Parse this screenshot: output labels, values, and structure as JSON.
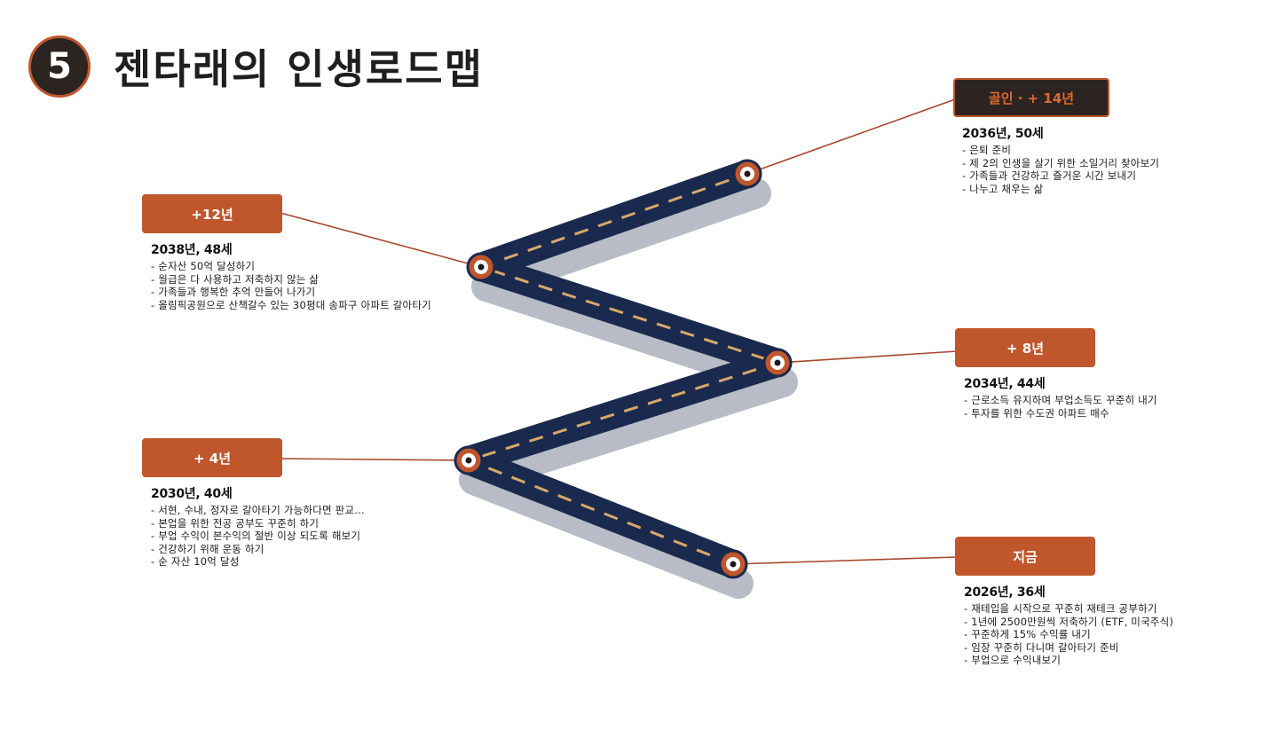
{
  "header": {
    "step_number": "5",
    "title": "젠타래의 인생로드맵"
  },
  "colors": {
    "accent": "#c0572c",
    "road": "#1a2a4e",
    "dark": "#2b2420",
    "dash": "#d9a96a"
  },
  "milestones": {
    "now": {
      "tag": "지금",
      "when": "2026년, 36세",
      "items": [
        "재테입을 시작으로 꾸준히 재테크 공부하기",
        "1년에 2500만원씩 저축하기 (ETF, 미국주식)",
        "꾸준하게 15% 수익률 내기",
        "임장 꾸준히 다니며 갈아타기 준비",
        "부업으로 수익내보기"
      ]
    },
    "plus4": {
      "tag": "+ 4년",
      "when": "2030년, 40세",
      "items": [
        "서현, 수내, 정자로 갈아타기 가능하다면 판교...",
        "본업을 위한 전공 공부도 꾸준히 하기",
        "부업 수익이 본수익의 절반 이상 되도록 해보기",
        "건강하기 위해 운동 하기",
        "순 자산 10억 달성"
      ]
    },
    "plus8": {
      "tag": "+ 8년",
      "when": "2034년, 44세",
      "items": [
        "근로소득 유지하며 부업소득도 꾸준히 내기",
        "투자를 위한 수도권 아파트 매수"
      ]
    },
    "plus12": {
      "tag": "+12년",
      "when": "2038년, 48세",
      "items": [
        "순자산 50억 달성하기",
        "월급은 다 사용하고 저축하지 않는 삶",
        "가족들과 행복한 추억 만들어 나가기",
        "올림픽공원으로 산책갈수 있는 30평대 송파구 아파트 갈아타기"
      ]
    },
    "goal": {
      "tag": "골인 · + 14년",
      "when": "2036년, 50세",
      "items": [
        "은퇴 준비",
        "제 2의 인생을 살기 위한 소일거리 찾아보기",
        "가족들과 건강하고 즐거운 시간 보내기",
        "나누고 채우는 삶"
      ]
    }
  }
}
